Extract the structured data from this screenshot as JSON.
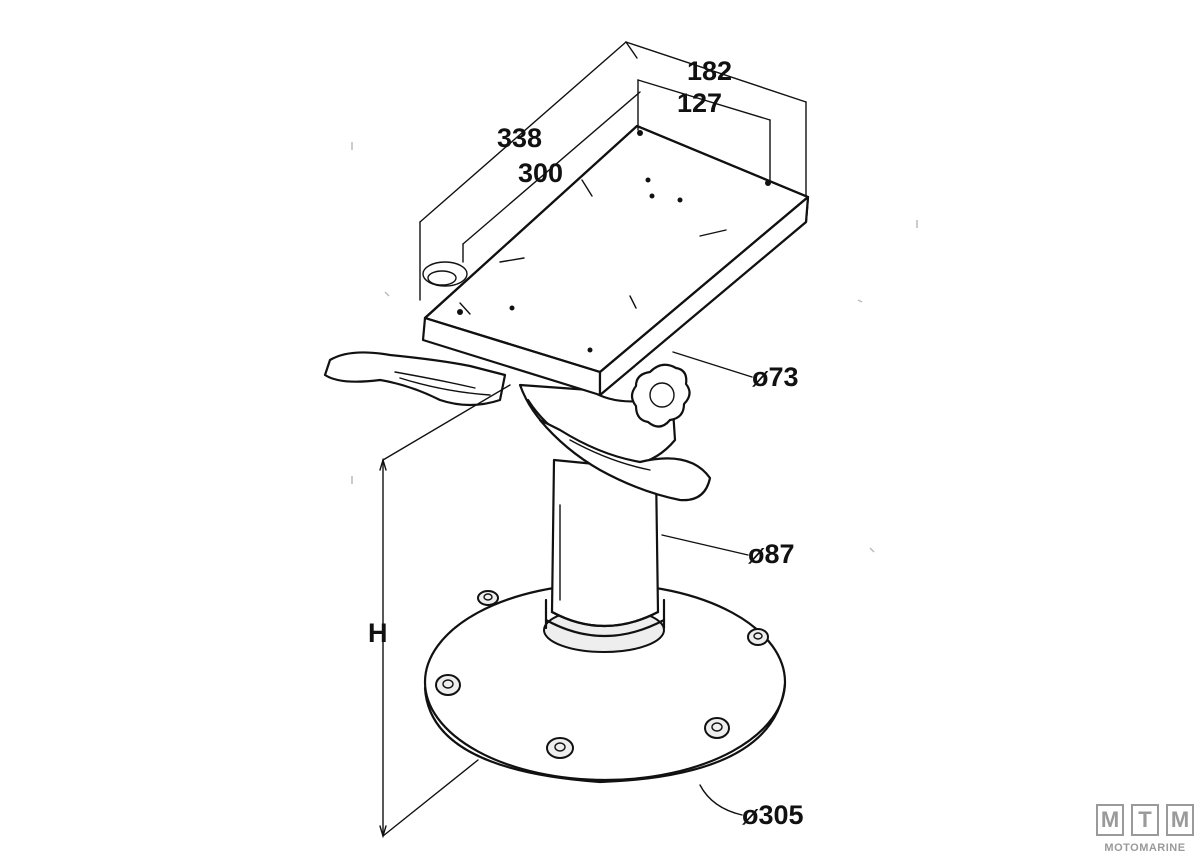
{
  "dimensions": {
    "top_depth_outer": "338",
    "top_depth_inner": "300",
    "top_width_outer": "182",
    "top_width_inner": "127",
    "swivel_diameter": "ø73",
    "column_diameter": "ø87",
    "base_diameter": "ø305",
    "height_label": "H"
  },
  "logo": {
    "letters": [
      "M",
      "T",
      "M"
    ],
    "text": "MOTOMARINE"
  }
}
